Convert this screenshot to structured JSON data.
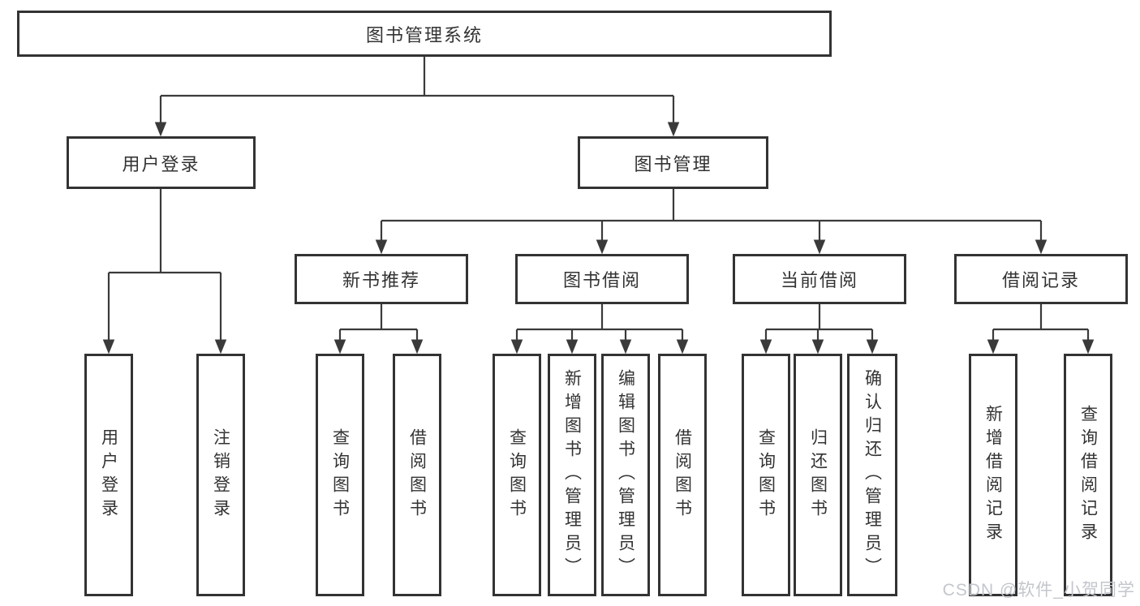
{
  "tree": {
    "label": "图书管理系统",
    "children": [
      {
        "label": "用户登录",
        "children": [
          {
            "label": "用户登录"
          },
          {
            "label": "注销登录"
          }
        ]
      },
      {
        "label": "图书管理",
        "children": [
          {
            "label": "新书推荐",
            "children": [
              {
                "label": "查询图书"
              },
              {
                "label": "借阅图书"
              }
            ]
          },
          {
            "label": "图书借阅",
            "children": [
              {
                "label": "查询图书"
              },
              {
                "label": "新增图书（管理员）"
              },
              {
                "label": "编辑图书（管理员）"
              },
              {
                "label": "借阅图书"
              }
            ]
          },
          {
            "label": "当前借阅",
            "children": [
              {
                "label": "查询图书"
              },
              {
                "label": "归还图书"
              },
              {
                "label": "确认归还（管理员）"
              }
            ]
          },
          {
            "label": "借阅记录",
            "children": [
              {
                "label": "新增借阅记录"
              },
              {
                "label": "查询借阅记录"
              }
            ]
          }
        ]
      }
    ]
  },
  "watermark": {
    "text": "CSDN @软件_小贺同学"
  },
  "colors": {
    "line": "#3a3a3a",
    "border": "#333333",
    "text": "#333333",
    "watermark": "#c3c6cc",
    "background": "#ffffff"
  }
}
